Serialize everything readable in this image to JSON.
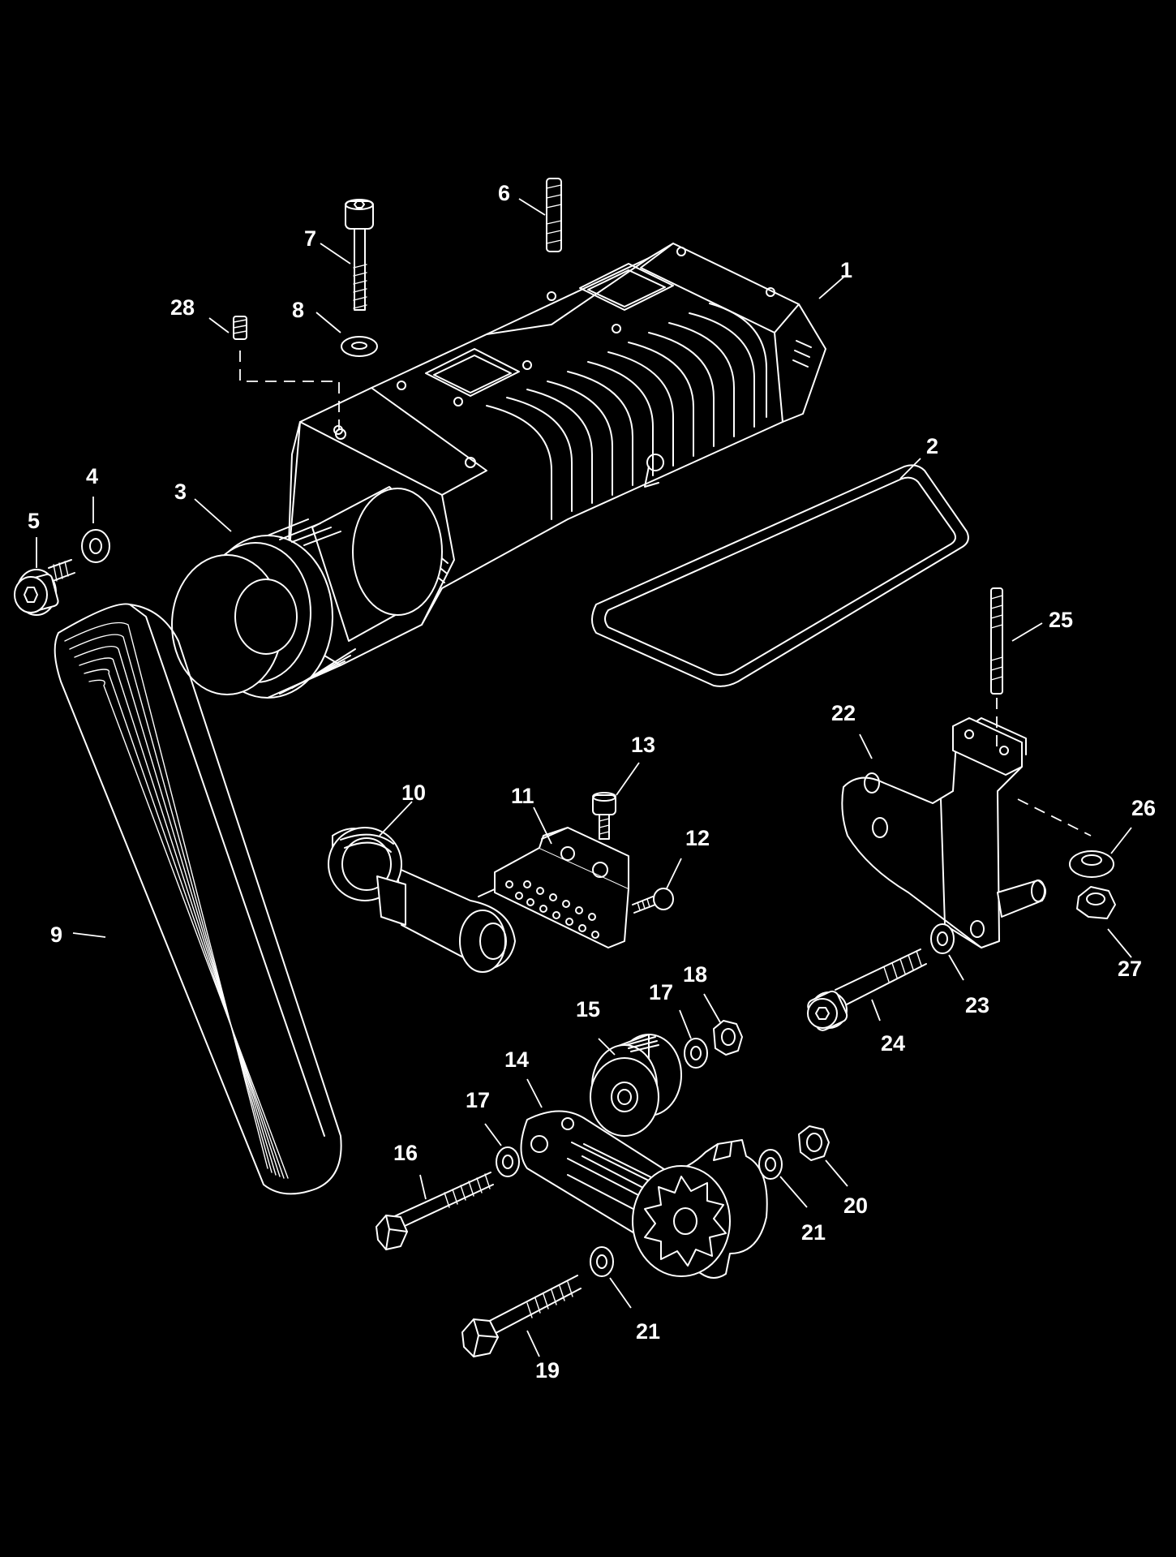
{
  "diagram": {
    "callouts": [
      "1",
      "2",
      "3",
      "4",
      "5",
      "6",
      "7",
      "8",
      "9",
      "10",
      "11",
      "12",
      "13",
      "14",
      "15",
      "16",
      "17",
      "17",
      "18",
      "19",
      "20",
      "21",
      "21",
      "22",
      "23",
      "24",
      "25",
      "26",
      "27",
      "28"
    ]
  }
}
